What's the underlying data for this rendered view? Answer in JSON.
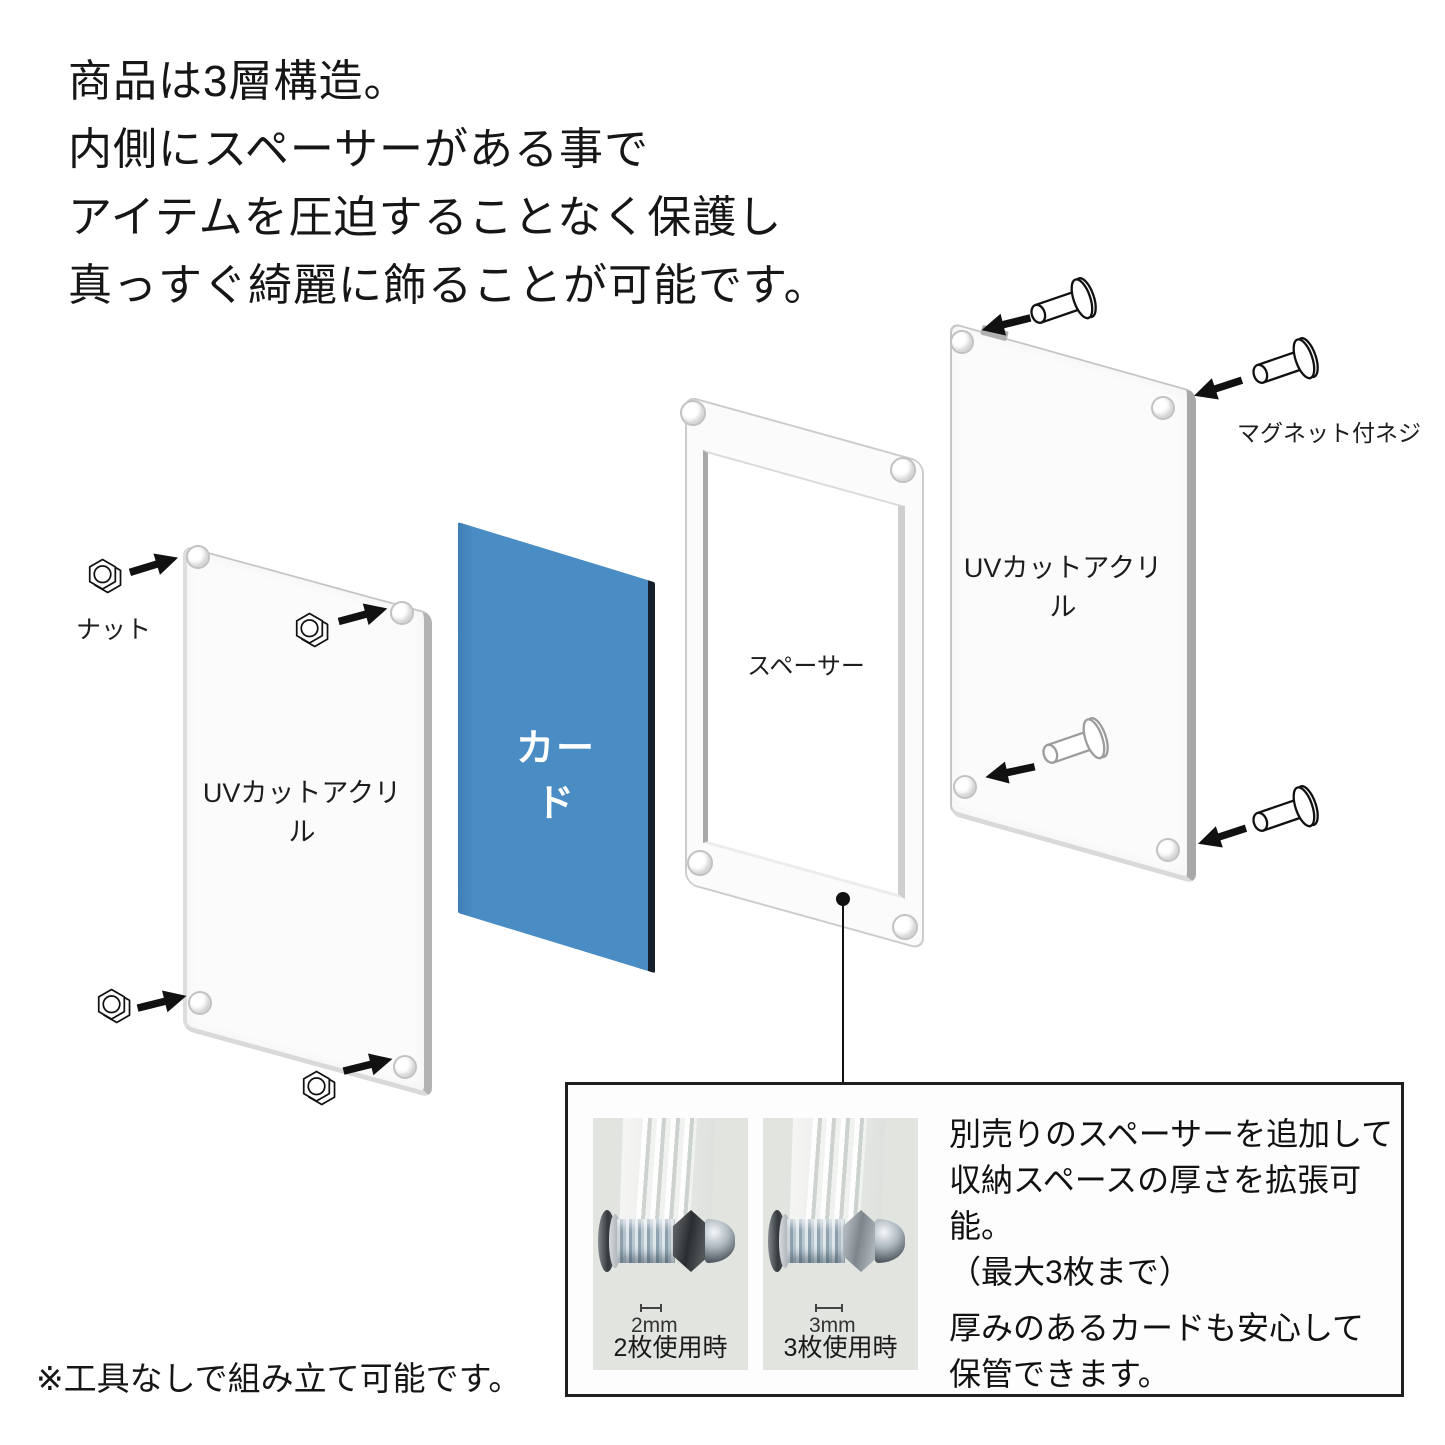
{
  "heading": {
    "lines": [
      "商品は3層構造。",
      "内側にスペーサーがある事で",
      "アイテムを圧迫することなく保護し",
      "真っすぐ綺麗に飾ることが可能です。"
    ]
  },
  "diagram": {
    "nut_label": "ナット",
    "left_panel_label": "UVカットアクリル",
    "card_label": "カード",
    "spacer_label": "スペーサー",
    "right_panel_label": "UVカットアクリル",
    "screw_label": "マグネット付ネジ"
  },
  "inset": {
    "photos": [
      {
        "measure": "2mm",
        "caption": "2枚使用時"
      },
      {
        "measure": "3mm",
        "caption": "3枚使用時"
      }
    ],
    "para1": [
      "別売りのスペーサーを追加して",
      "収納スペースの厚さを拡張可能。",
      "（最大3枚まで）"
    ],
    "para2": [
      "厚みのあるカードも安心して",
      "保管できます。"
    ]
  },
  "footnote": "※工具なしで組み立て可能です。",
  "colors": {
    "card": "#4a8cc4",
    "card_edge": "#15202c",
    "arrow": "#111111",
    "arrow_gray": "#9c9c9c",
    "photo_bg": "#e1e4df"
  }
}
